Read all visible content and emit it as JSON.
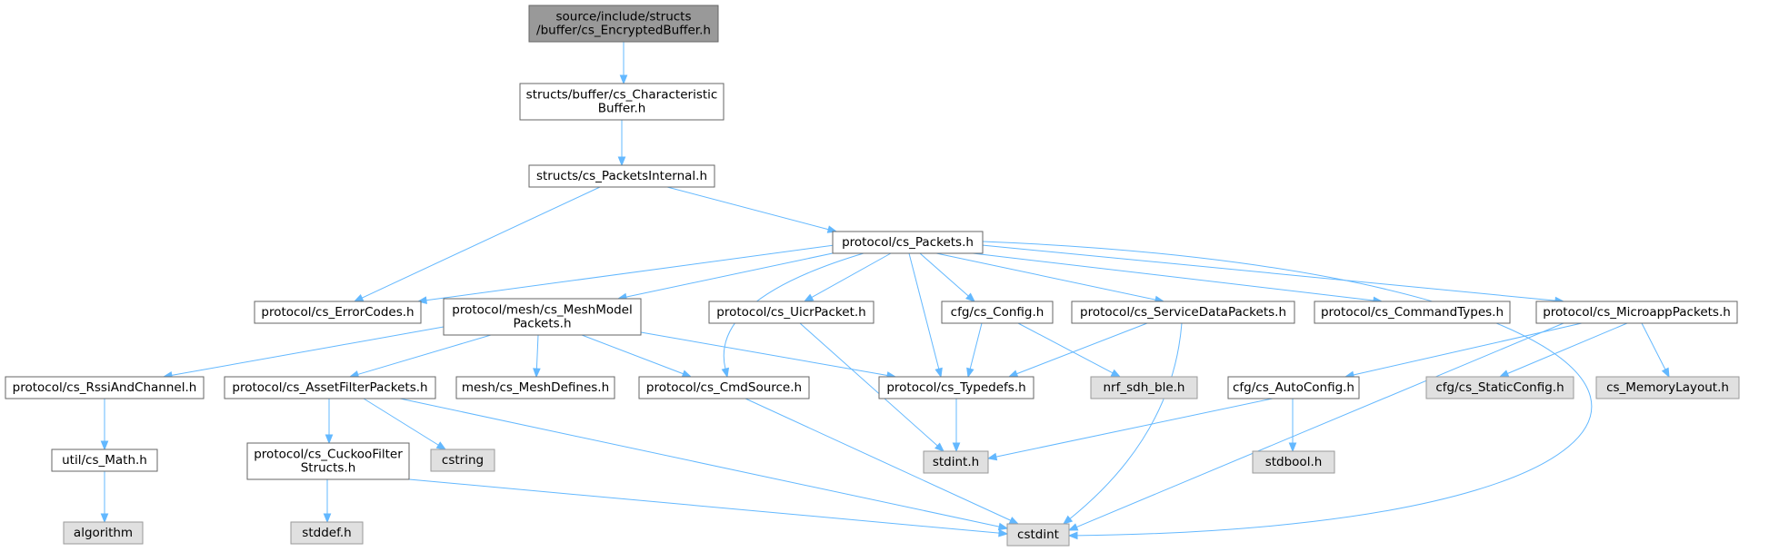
{
  "colors": {
    "root_fill": "#999999",
    "root_stroke": "#666666",
    "node_fill": "#ffffff",
    "node_stroke": "#666666",
    "external_fill": "#e0e0e0",
    "external_stroke": "#999999",
    "edge": "#63B8FF"
  },
  "nodes": [
    {
      "id": "n_encbuf",
      "name": "node-cs-encryptedbuffer",
      "kind": "root",
      "lines": [
        "source/include/structs",
        "/buffer/cs_EncryptedBuffer.h"
      ]
    },
    {
      "id": "n_charbuf",
      "name": "node-cs-characteristicbuffer",
      "kind": "node",
      "lines": [
        "structs/buffer/cs_Characteristic",
        "Buffer.h"
      ]
    },
    {
      "id": "n_pktint",
      "name": "node-cs-packetsinternal",
      "kind": "node",
      "lines": [
        "structs/cs_PacketsInternal.h"
      ]
    },
    {
      "id": "n_packets",
      "name": "node-cs-packets",
      "kind": "node",
      "lines": [
        "protocol/cs_Packets.h"
      ]
    },
    {
      "id": "n_errcodes",
      "name": "node-cs-errorcodes",
      "kind": "node",
      "lines": [
        "protocol/cs_ErrorCodes.h"
      ]
    },
    {
      "id": "n_meshmodel",
      "name": "node-cs-meshmodelpackets",
      "kind": "node",
      "lines": [
        "protocol/mesh/cs_MeshModel",
        "Packets.h"
      ]
    },
    {
      "id": "n_uicr",
      "name": "node-cs-uicrpacket",
      "kind": "node",
      "lines": [
        "protocol/cs_UicrPacket.h"
      ]
    },
    {
      "id": "n_config",
      "name": "node-cs-config",
      "kind": "node",
      "lines": [
        "cfg/cs_Config.h"
      ]
    },
    {
      "id": "n_servdata",
      "name": "node-cs-servicedatapackets",
      "kind": "node",
      "lines": [
        "protocol/cs_ServiceDataPackets.h"
      ]
    },
    {
      "id": "n_cmdtypes",
      "name": "node-cs-commandtypes",
      "kind": "node",
      "lines": [
        "protocol/cs_CommandTypes.h"
      ]
    },
    {
      "id": "n_microapp",
      "name": "node-cs-microapppackets",
      "kind": "node",
      "lines": [
        "protocol/cs_MicroappPackets.h"
      ]
    },
    {
      "id": "n_rssi",
      "name": "node-cs-rssiandchannel",
      "kind": "node",
      "lines": [
        "protocol/cs_RssiAndChannel.h"
      ]
    },
    {
      "id": "n_assetfilter",
      "name": "node-cs-assetfilterpackets",
      "kind": "node",
      "lines": [
        "protocol/cs_AssetFilterPackets.h"
      ]
    },
    {
      "id": "n_meshdefines",
      "name": "node-cs-meshdefines",
      "kind": "node",
      "lines": [
        "mesh/cs_MeshDefines.h"
      ]
    },
    {
      "id": "n_cmdsource",
      "name": "node-cs-cmdsource",
      "kind": "node",
      "lines": [
        "protocol/cs_CmdSource.h"
      ]
    },
    {
      "id": "n_typedefs",
      "name": "node-cs-typedefs",
      "kind": "node",
      "lines": [
        "protocol/cs_Typedefs.h"
      ]
    },
    {
      "id": "n_nrfsdh",
      "name": "node-nrf-sdh-ble",
      "kind": "external",
      "lines": [
        "nrf_sdh_ble.h"
      ]
    },
    {
      "id": "n_autoconfig",
      "name": "node-cs-autoconfig",
      "kind": "node",
      "lines": [
        "cfg/cs_AutoConfig.h"
      ]
    },
    {
      "id": "n_staticcfg",
      "name": "node-cs-staticconfig",
      "kind": "external",
      "lines": [
        "cfg/cs_StaticConfig.h"
      ]
    },
    {
      "id": "n_memlayout",
      "name": "node-cs-memorylayout",
      "kind": "external",
      "lines": [
        "cs_MemoryLayout.h"
      ]
    },
    {
      "id": "n_math",
      "name": "node-cs-math",
      "kind": "node",
      "lines": [
        "util/cs_Math.h"
      ]
    },
    {
      "id": "n_cuckoo",
      "name": "node-cs-cuckoofilterstructs",
      "kind": "node",
      "lines": [
        "protocol/cs_CuckooFilter",
        "Structs.h"
      ]
    },
    {
      "id": "n_cstring",
      "name": "node-cstring",
      "kind": "external",
      "lines": [
        "cstring"
      ]
    },
    {
      "id": "n_stdint",
      "name": "node-stdint",
      "kind": "external",
      "lines": [
        "stdint.h"
      ]
    },
    {
      "id": "n_stdbool",
      "name": "node-stdbool",
      "kind": "external",
      "lines": [
        "stdbool.h"
      ]
    },
    {
      "id": "n_algorithm",
      "name": "node-algorithm",
      "kind": "external",
      "lines": [
        "algorithm"
      ]
    },
    {
      "id": "n_stddef",
      "name": "node-stddef",
      "kind": "external",
      "lines": [
        "stddef.h"
      ]
    },
    {
      "id": "n_cstdint",
      "name": "node-cstdint",
      "kind": "external",
      "lines": [
        "cstdint"
      ]
    }
  ],
  "edges": [
    {
      "from": "n_encbuf",
      "to": "n_charbuf"
    },
    {
      "from": "n_charbuf",
      "to": "n_pktint"
    },
    {
      "from": "n_pktint",
      "to": "n_errcodes"
    },
    {
      "from": "n_pktint",
      "to": "n_packets"
    },
    {
      "from": "n_packets",
      "to": "n_errcodes"
    },
    {
      "from": "n_packets",
      "to": "n_meshmodel"
    },
    {
      "from": "n_packets",
      "to": "n_cmdsource"
    },
    {
      "from": "n_packets",
      "to": "n_uicr"
    },
    {
      "from": "n_packets",
      "to": "n_typedefs"
    },
    {
      "from": "n_packets",
      "to": "n_config"
    },
    {
      "from": "n_packets",
      "to": "n_servdata"
    },
    {
      "from": "n_packets",
      "to": "n_cmdtypes"
    },
    {
      "from": "n_packets",
      "to": "n_microapp"
    },
    {
      "from": "n_packets",
      "to": "n_cstdint"
    },
    {
      "from": "n_meshmodel",
      "to": "n_rssi"
    },
    {
      "from": "n_meshmodel",
      "to": "n_assetfilter"
    },
    {
      "from": "n_meshmodel",
      "to": "n_meshdefines"
    },
    {
      "from": "n_meshmodel",
      "to": "n_cmdsource"
    },
    {
      "from": "n_meshmodel",
      "to": "n_typedefs"
    },
    {
      "from": "n_uicr",
      "to": "n_stdint"
    },
    {
      "from": "n_config",
      "to": "n_typedefs"
    },
    {
      "from": "n_config",
      "to": "n_nrfsdh"
    },
    {
      "from": "n_servdata",
      "to": "n_typedefs"
    },
    {
      "from": "n_servdata",
      "to": "n_cstdint"
    },
    {
      "from": "n_microapp",
      "to": "n_autoconfig"
    },
    {
      "from": "n_microapp",
      "to": "n_staticcfg"
    },
    {
      "from": "n_microapp",
      "to": "n_memlayout"
    },
    {
      "from": "n_microapp",
      "to": "n_cstdint"
    },
    {
      "from": "n_rssi",
      "to": "n_math"
    },
    {
      "from": "n_math",
      "to": "n_algorithm"
    },
    {
      "from": "n_assetfilter",
      "to": "n_cuckoo"
    },
    {
      "from": "n_assetfilter",
      "to": "n_cstring"
    },
    {
      "from": "n_assetfilter",
      "to": "n_cstdint"
    },
    {
      "from": "n_cuckoo",
      "to": "n_stddef"
    },
    {
      "from": "n_cuckoo",
      "to": "n_cstdint"
    },
    {
      "from": "n_cmdsource",
      "to": "n_cstdint"
    },
    {
      "from": "n_typedefs",
      "to": "n_stdint"
    },
    {
      "from": "n_autoconfig",
      "to": "n_stdint"
    },
    {
      "from": "n_autoconfig",
      "to": "n_stdbool"
    }
  ]
}
